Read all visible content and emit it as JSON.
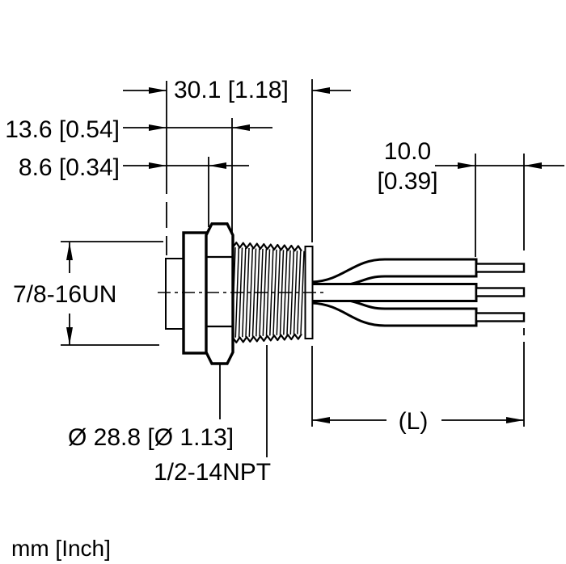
{
  "drawing": {
    "units_note": "mm [Inch]",
    "labels": {
      "overall_length": "30.1 [1.18]",
      "length_to_hex_back": "13.6 [0.54]",
      "length_to_hex_front": "8.6 [0.34]",
      "strip_length_mm": "10.0",
      "strip_length_inch": "[0.39]",
      "coupling_thread": "7/8-16UN",
      "hex_diameter": "Ø 28.8 [Ø 1.13]",
      "mounting_thread": "1/2-14NPT",
      "lead_length": "(L)"
    },
    "colors": {
      "line": "#000000",
      "background": "#ffffff"
    }
  }
}
